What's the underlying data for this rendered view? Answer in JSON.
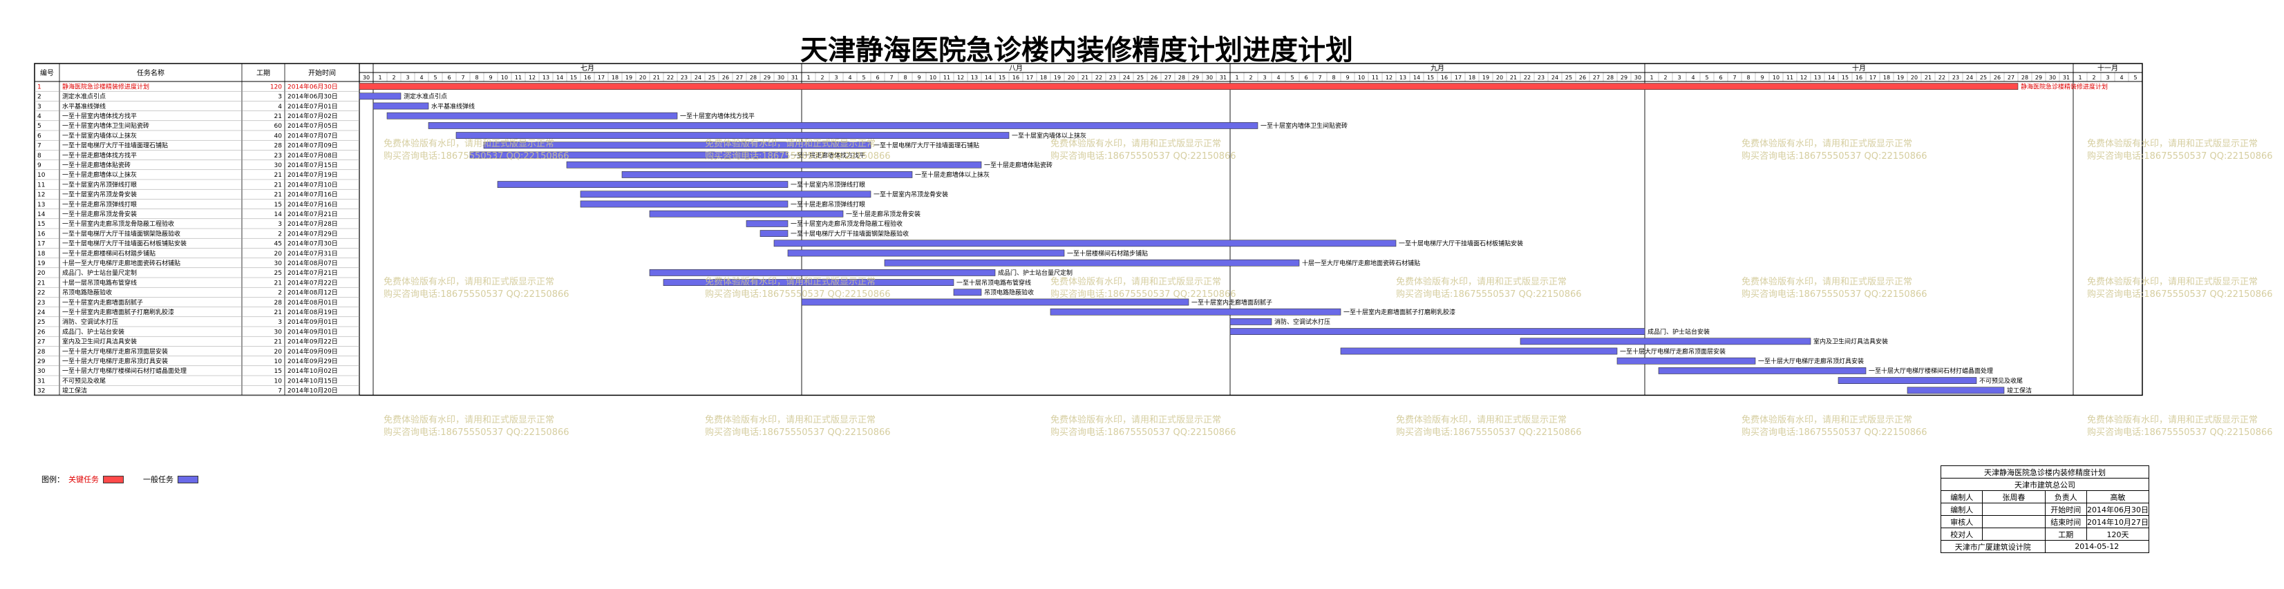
{
  "title": "天津静海医院急诊楼内装修精度计划进度计划",
  "columns": [
    "编号",
    "任务名称",
    "工期",
    "开始时间"
  ],
  "colors": {
    "bar": "#6a6ae8",
    "critical": "#ff4a4a",
    "text_red": "#e00000",
    "watermark": "#c8be82"
  },
  "months": [
    "七月",
    "八月",
    "九月",
    "十月",
    "十一月"
  ],
  "month_days": [
    31,
    31,
    30,
    31,
    5
  ],
  "first_day_label": "30",
  "chart_data": {
    "type": "gantt",
    "title": "天津静海医院急诊楼内装修精度计划进度计划",
    "x_start": "2014-06-30",
    "x_end": "2014-11-05",
    "tasks": [
      {
        "id": "1",
        "name": "静海医院急诊楼精装修进度计划",
        "days": "120",
        "start": "2014年06月30日",
        "s": "2014-06-30",
        "e": "2014-10-27",
        "label": "静海医院急诊楼精装修进度计划",
        "critical": true
      },
      {
        "id": "2",
        "name": "测定水准点引点",
        "days": "3",
        "start": "2014年06月30日",
        "s": "2014-06-30",
        "e": "2014-07-02",
        "label": "测定水准点引点"
      },
      {
        "id": "3",
        "name": "水平基准线弹线",
        "days": "4",
        "start": "2014年07月01日",
        "s": "2014-07-01",
        "e": "2014-07-04",
        "label": "水平基准线弹线"
      },
      {
        "id": "4",
        "name": "一至十层室内墙体找方找平",
        "days": "21",
        "start": "2014年07月02日",
        "s": "2014-07-02",
        "e": "2014-07-22",
        "label": "一至十层室内墙体找方找平"
      },
      {
        "id": "5",
        "name": "一至十层室内墙体卫生间贴瓷砖",
        "days": "60",
        "start": "2014年07月05日",
        "s": "2014-07-05",
        "e": "2014-09-02",
        "label": "一至十层室内墙体卫生间贴瓷砖"
      },
      {
        "id": "6",
        "name": "一至十层室内墙体以上抹灰",
        "days": "40",
        "start": "2014年07月07日",
        "s": "2014-07-07",
        "e": "2014-08-15",
        "label": "一至十层室内墙体以上抹灰"
      },
      {
        "id": "7",
        "name": "一至十层电梯厅大厅干挂墙面理石铺贴",
        "days": "28",
        "start": "2014年07月09日",
        "s": "2014-07-09",
        "e": "2014-08-05",
        "label": "一至十层电梯厅大厅干挂墙面理石铺贴"
      },
      {
        "id": "8",
        "name": "一至十层走廊墙体找方找平",
        "days": "23",
        "start": "2014年07月08日",
        "s": "2014-07-08",
        "e": "2014-07-30",
        "label": "一至十层走廊墙体找方找平"
      },
      {
        "id": "9",
        "name": "一至十层走廊墙体贴瓷砖",
        "days": "30",
        "start": "2014年07月15日",
        "s": "2014-07-15",
        "e": "2014-08-13",
        "label": "一至十层走廊墙体贴瓷砖"
      },
      {
        "id": "10",
        "name": "一至十层走廊墙体以上抹灰",
        "days": "21",
        "start": "2014年07月19日",
        "s": "2014-07-19",
        "e": "2014-08-08",
        "label": "一至十层走廊墙体以上抹灰"
      },
      {
        "id": "11",
        "name": "一至十层室内吊顶弹线打眼",
        "days": "21",
        "start": "2014年07月10日",
        "s": "2014-07-10",
        "e": "2014-07-30",
        "label": "一至十层室内吊顶弹线打眼"
      },
      {
        "id": "12",
        "name": "一至十层室内吊顶龙骨安装",
        "days": "21",
        "start": "2014年07月16日",
        "s": "2014-07-16",
        "e": "2014-08-05",
        "label": "一至十层室内吊顶龙骨安装"
      },
      {
        "id": "13",
        "name": "一至十层走廊吊顶弹线打眼",
        "days": "15",
        "start": "2014年07月16日",
        "s": "2014-07-16",
        "e": "2014-07-30",
        "label": "一至十层走廊吊顶弹线打眼"
      },
      {
        "id": "14",
        "name": "一至十层走廊吊顶龙骨安装",
        "days": "14",
        "start": "2014年07月21日",
        "s": "2014-07-21",
        "e": "2014-08-03",
        "label": "一至十层走廊吊顶龙骨安装"
      },
      {
        "id": "15",
        "name": "一至十层室内走廊吊顶龙骨隐蔽工程验收",
        "days": "3",
        "start": "2014年07月28日",
        "s": "2014-07-28",
        "e": "2014-07-30",
        "label": "一至十层室内走廊吊顶龙骨隐蔽工程验收"
      },
      {
        "id": "16",
        "name": "一至十层电梯厅大厅干挂墙面钢架隐蔽验收",
        "days": "2",
        "start": "2014年07月29日",
        "s": "2014-07-29",
        "e": "2014-07-30",
        "label": "一至十层电梯厅大厅干挂墙面钢架隐蔽验收"
      },
      {
        "id": "17",
        "name": "一至十层电梯厅大厅干挂墙面石材板铺贴安装",
        "days": "45",
        "start": "2014年07月30日",
        "s": "2014-07-30",
        "e": "2014-09-12",
        "label": "一至十层电梯厅大厅干挂墙面石材板铺贴安装"
      },
      {
        "id": "18",
        "name": "一至十层走廊楼梯间石材踏步铺贴",
        "days": "20",
        "start": "2014年07月31日",
        "s": "2014-07-31",
        "e": "2014-08-19",
        "label": "一至十层楼梯间石材踏步铺贴"
      },
      {
        "id": "19",
        "name": "十层一至大厅电梯厅走廊地面瓷砖石材铺贴",
        "days": "30",
        "start": "2014年08月07日",
        "s": "2014-08-07",
        "e": "2014-09-05",
        "label": "十层一至大厅电梯厅走廊地面瓷砖石材铺贴"
      },
      {
        "id": "20",
        "name": "成品门、护士站台量尺定制",
        "days": "25",
        "start": "2014年07月21日",
        "s": "2014-07-21",
        "e": "2014-08-14",
        "label": "成品门、护士站台量尺定制"
      },
      {
        "id": "21",
        "name": "十层一层吊顶电路布管穿线",
        "days": "21",
        "start": "2014年07月22日",
        "s": "2014-07-22",
        "e": "2014-08-11",
        "label": "一至十层吊顶电路布管穿线"
      },
      {
        "id": "22",
        "name": "吊顶电路隐蔽验收",
        "days": "2",
        "start": "2014年08月12日",
        "s": "2014-08-12",
        "e": "2014-08-13",
        "label": "吊顶电路隐蔽验收"
      },
      {
        "id": "23",
        "name": "一至十层室内走廊墙面刮腻子",
        "days": "28",
        "start": "2014年08月01日",
        "s": "2014-08-01",
        "e": "2014-08-28",
        "label": "一至十层室内走廊墙面刮腻子"
      },
      {
        "id": "24",
        "name": "一至十层室内走廊墙面腻子打磨刷乳胶漆",
        "days": "21",
        "start": "2014年08月19日",
        "s": "2014-08-19",
        "e": "2014-09-08",
        "label": "一至十层室内走廊墙面腻子打磨刷乳胶漆"
      },
      {
        "id": "25",
        "name": "消防、空调试水打压",
        "days": "3",
        "start": "2014年09月01日",
        "s": "2014-09-01",
        "e": "2014-09-03",
        "label": "消防、空调试水打压"
      },
      {
        "id": "26",
        "name": "成品门、护士站台安装",
        "days": "30",
        "start": "2014年09月01日",
        "s": "2014-09-01",
        "e": "2014-09-30",
        "label": "成品门、护士站台安装"
      },
      {
        "id": "27",
        "name": "室内及卫生间灯具洁具安装",
        "days": "21",
        "start": "2014年09月22日",
        "s": "2014-09-22",
        "e": "2014-10-12",
        "label": "室内及卫生间灯具洁具安装"
      },
      {
        "id": "28",
        "name": "一至十层大厅电梯厅走廊吊顶面层安装",
        "days": "20",
        "start": "2014年09月09日",
        "s": "2014-09-09",
        "e": "2014-09-28",
        "label": "一至十层大厅电梯厅走廊吊顶面层安装"
      },
      {
        "id": "29",
        "name": "一至十层大厅电梯厅走廊吊顶灯具安装",
        "days": "10",
        "start": "2014年09月29日",
        "s": "2014-09-29",
        "e": "2014-10-08",
        "label": "一至十层大厅电梯厅走廊吊顶灯具安装"
      },
      {
        "id": "30",
        "name": "一至十层大厅电梯厅楼梯间石材打蜡晶面处理",
        "days": "15",
        "start": "2014年10月02日",
        "s": "2014-10-02",
        "e": "2014-10-16",
        "label": "一至十层大厅电梯厅楼梯间石材打蜡晶面处理"
      },
      {
        "id": "31",
        "name": "不可预见及收尾",
        "days": "10",
        "start": "2014年10月15日",
        "s": "2014-10-15",
        "e": "2014-10-24",
        "label": "不可预见及收尾"
      },
      {
        "id": "32",
        "name": "竣工保洁",
        "days": "7",
        "start": "2014年10月20日",
        "s": "2014-10-20",
        "e": "2014-10-26",
        "label": "竣工保洁"
      }
    ]
  },
  "legend": {
    "label": "图例：",
    "critical_label": "关键任务",
    "normal_label": "一般任务"
  },
  "watermark": {
    "line1": "免费体验版有水印，请用和正式版显示正常",
    "line2": "购买咨询电话:18675550537 QQ:22150866"
  },
  "title_block": {
    "heading": "天津静海医院急诊楼内装修精度计划",
    "company": "天津市建筑总公司",
    "r1": [
      "编制人",
      "张周春",
      "负责人",
      "高敏"
    ],
    "r2": [
      "编制人",
      "",
      "开始时间",
      "2014年06月30日"
    ],
    "r3": [
      "审核人",
      "",
      "结束时间",
      "2014年10月27日"
    ],
    "r4": [
      "校对人",
      "",
      "工期",
      "120天"
    ],
    "footer_left": "天津市广厦建筑设计院",
    "footer_right": "2014-05-12"
  }
}
